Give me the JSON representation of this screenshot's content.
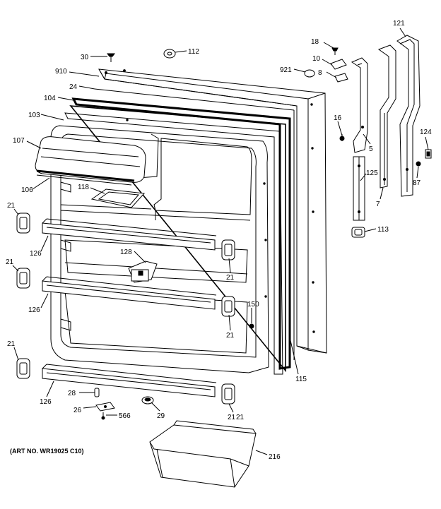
{
  "callouts": [
    {
      "id": "c30",
      "text": "30"
    },
    {
      "id": "c112",
      "text": "112"
    },
    {
      "id": "c910",
      "text": "910"
    },
    {
      "id": "c24",
      "text": "24"
    },
    {
      "id": "c104",
      "text": "104"
    },
    {
      "id": "c103",
      "text": "103"
    },
    {
      "id": "c107",
      "text": "107"
    },
    {
      "id": "c106",
      "text": "106"
    },
    {
      "id": "c118",
      "text": "118"
    },
    {
      "id": "c21a",
      "text": "21"
    },
    {
      "id": "c126a",
      "text": "126"
    },
    {
      "id": "c128",
      "text": "128"
    },
    {
      "id": "c21b",
      "text": "21"
    },
    {
      "id": "c21c",
      "text": "21"
    },
    {
      "id": "c126b",
      "text": "126"
    },
    {
      "id": "c21d",
      "text": "21"
    },
    {
      "id": "c150",
      "text": "150"
    },
    {
      "id": "c21e",
      "text": "21"
    },
    {
      "id": "c21f",
      "text": "21"
    },
    {
      "id": "c126c",
      "text": "126"
    },
    {
      "id": "c28",
      "text": "28"
    },
    {
      "id": "c26",
      "text": "26"
    },
    {
      "id": "c566",
      "text": "566"
    },
    {
      "id": "c29",
      "text": "29"
    },
    {
      "id": "c21g",
      "text": "21"
    },
    {
      "id": "c216",
      "text": "216"
    },
    {
      "id": "c115",
      "text": "115"
    },
    {
      "id": "c18",
      "text": "18"
    },
    {
      "id": "c10",
      "text": "10"
    },
    {
      "id": "c921",
      "text": "921"
    },
    {
      "id": "c8",
      "text": "8"
    },
    {
      "id": "c16",
      "text": "16"
    },
    {
      "id": "c5",
      "text": "5"
    },
    {
      "id": "c121",
      "text": "121"
    },
    {
      "id": "c124",
      "text": "124"
    },
    {
      "id": "c125",
      "text": "125"
    },
    {
      "id": "c87",
      "text": "87"
    },
    {
      "id": "c7",
      "text": "7"
    },
    {
      "id": "c113",
      "text": "113"
    }
  ],
  "art_number": "(ART NO. WR19025 C10)"
}
